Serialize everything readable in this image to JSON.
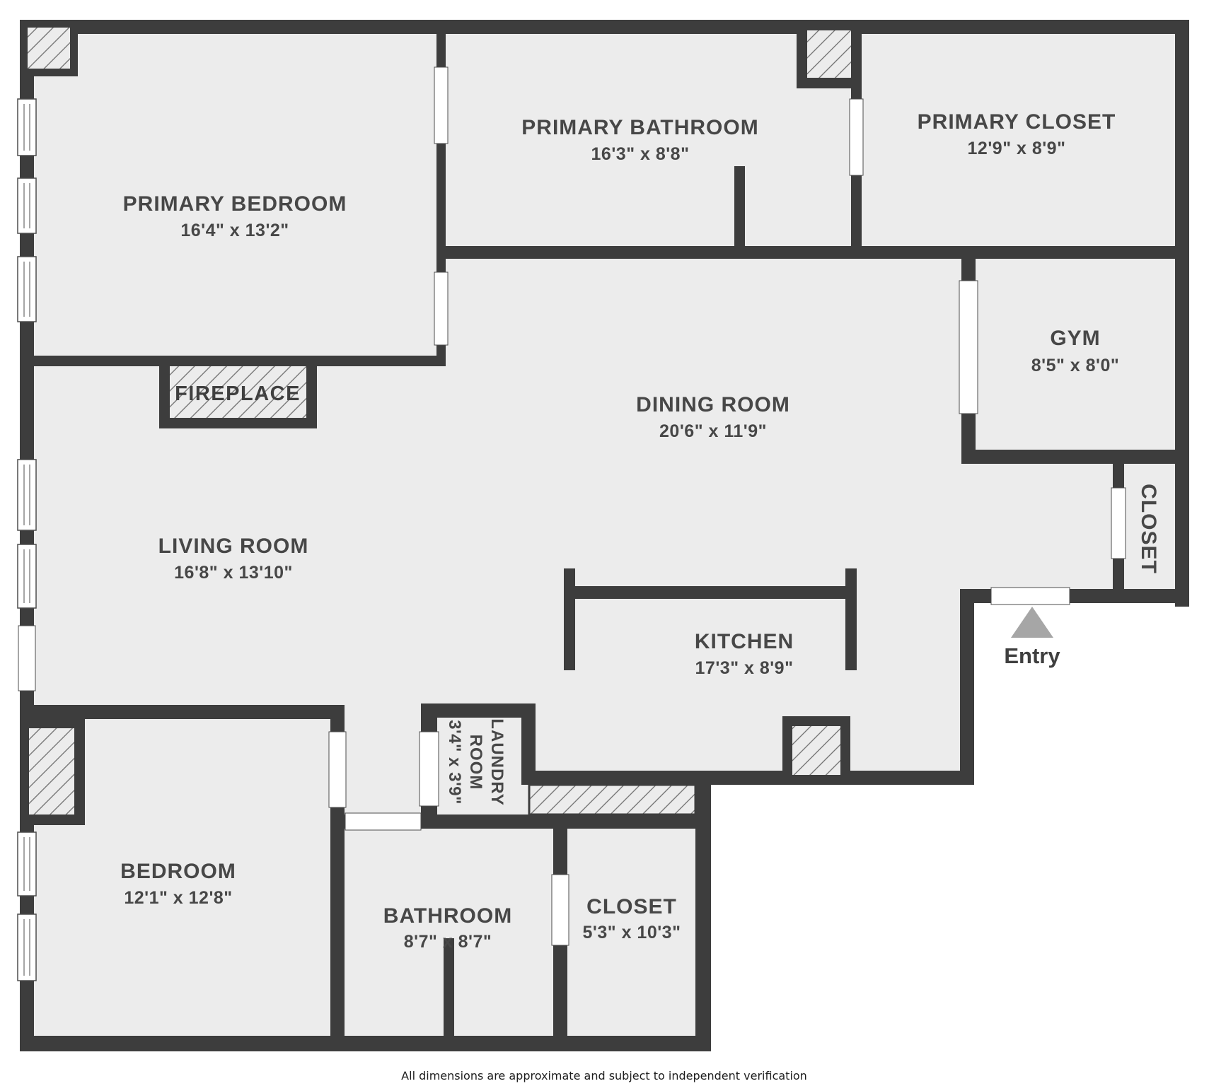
{
  "colors": {
    "wall": "#3d3d3d",
    "floor": "#ececec",
    "exterior": "#ffffff",
    "label_text": "#474747",
    "hatch_line": "#6f6f6f",
    "entry_arrow": "#a6a6a6",
    "window_outline": "#4d4d4d"
  },
  "rooms": {
    "primary_bedroom": {
      "name": "PRIMARY BEDROOM",
      "dims": "16'4\" x 13'2\""
    },
    "primary_bathroom": {
      "name": "PRIMARY BATHROOM",
      "dims": "16'3\" x 8'8\""
    },
    "primary_closet": {
      "name": "PRIMARY CLOSET",
      "dims": "12'9\" x 8'9\""
    },
    "gym": {
      "name": "GYM",
      "dims": "8'5\" x 8'0\""
    },
    "hall_closet": {
      "name": "CLOSET"
    },
    "dining_room": {
      "name": "DINING ROOM",
      "dims": "20'6\" x 11'9\""
    },
    "living_room": {
      "name": "LIVING ROOM",
      "dims": "16'8\" x 13'10\""
    },
    "kitchen": {
      "name": "KITCHEN",
      "dims": "17'3\" x 8'9\""
    },
    "laundry_room": {
      "line1": "LAUNDRY",
      "line2": "ROOM",
      "dims": "3'4\" x 3'9\""
    },
    "bedroom": {
      "name": "BEDROOM",
      "dims": "12'1\" x 12'8\""
    },
    "bathroom": {
      "name": "BATHROOM",
      "dims": "8'7\" x 8'7\""
    },
    "closet": {
      "name": "CLOSET",
      "dims": "5'3\" x 10'3\""
    }
  },
  "features": {
    "fireplace_label": "FIREPLACE",
    "entry_label": "Entry"
  },
  "footer": {
    "note": "All dimensions are approximate and subject to independent verification"
  }
}
